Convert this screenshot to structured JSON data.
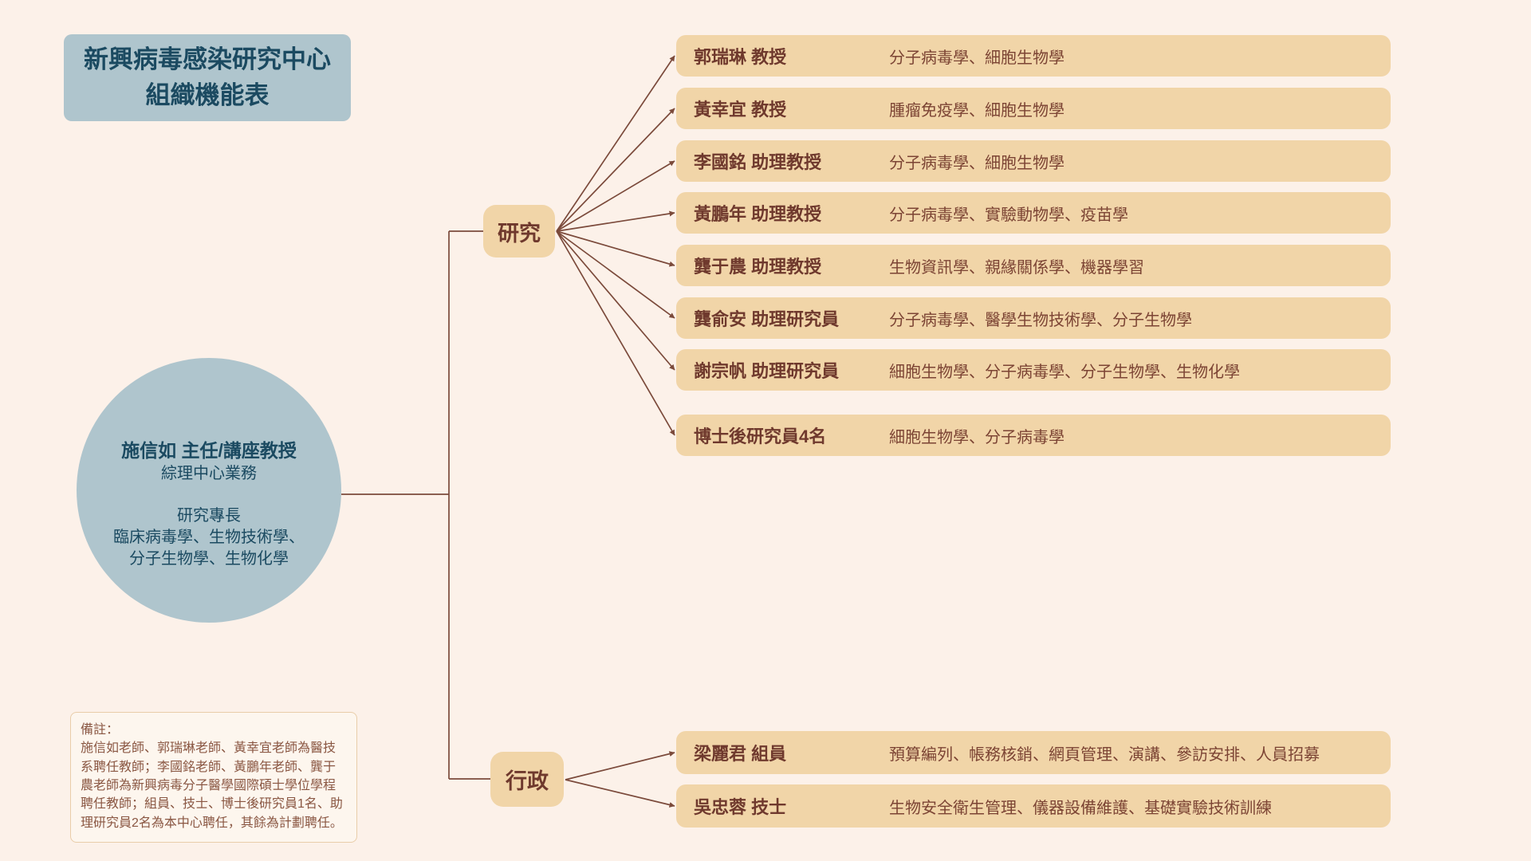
{
  "title": {
    "lines": [
      "新興病毒感染研究中心",
      "組織機能表"
    ]
  },
  "director": {
    "name": "施信如 主任/講座教授",
    "role": "綜理中心業務",
    "expertise_heading": "研究專長",
    "expertise_lines": [
      "臨床病毒學、生物技術學、",
      "分子生物學、生物化學"
    ]
  },
  "branches": [
    {
      "label": "研究",
      "members": [
        {
          "name": "郭瑞琳 教授",
          "specialty": "分子病毒學、細胞生物學"
        },
        {
          "name": "黃幸宜 教授",
          "specialty": "腫瘤免疫學、細胞生物學"
        },
        {
          "name": "李國銘 助理教授",
          "specialty": "分子病毒學、細胞生物學"
        },
        {
          "name": "黃鵬年 助理教授",
          "specialty": "分子病毒學、實驗動物學、疫苗學"
        },
        {
          "name": "龔于農 助理教授",
          "specialty": "生物資訊學、親緣關係學、機器學習"
        },
        {
          "name": "龔俞安 助理研究員",
          "specialty": "分子病毒學、醫學生物技術學、分子生物學"
        },
        {
          "name": "謝宗帆 助理研究員",
          "specialty": "細胞生物學、分子病毒學、分子生物學、生物化學"
        },
        {
          "name": "博士後研究員4名",
          "specialty": "細胞生物學、分子病毒學"
        }
      ]
    },
    {
      "label": "行政",
      "members": [
        {
          "name": "梁麗君 組員",
          "specialty": "預算編列、帳務核銷、網頁管理、演講、參訪安排、人員招募"
        },
        {
          "name": "吳忠蓉 技士",
          "specialty": "生物安全衛生管理、儀器設備維護、基礎實驗技術訓練"
        }
      ]
    }
  ],
  "note": {
    "label": "備註：",
    "text": "施信如老師、郭瑞琳老師、黃幸宜老師為醫技系聘任教師；李國銘老師、黃鵬年老師、龔于農老師為新興病毒分子醫學國際碩士學位學程聘任教師；組員、技士、博士後研究員1名、助理研究員2名為本中心聘任，其餘為計劃聘任。"
  },
  "colors": {
    "background": "#fcf1e9",
    "panel_blue": "#afc5cd",
    "text_blue": "#1b4a61",
    "bar_tan": "#f1d5a8",
    "name_text": "#6f392d",
    "specialty_text": "#7c4434",
    "connector_brown": "#7b4a3b",
    "note_bg": "#fdf6ee",
    "note_border": "#e9cda9",
    "note_text": "#8a5743"
  }
}
